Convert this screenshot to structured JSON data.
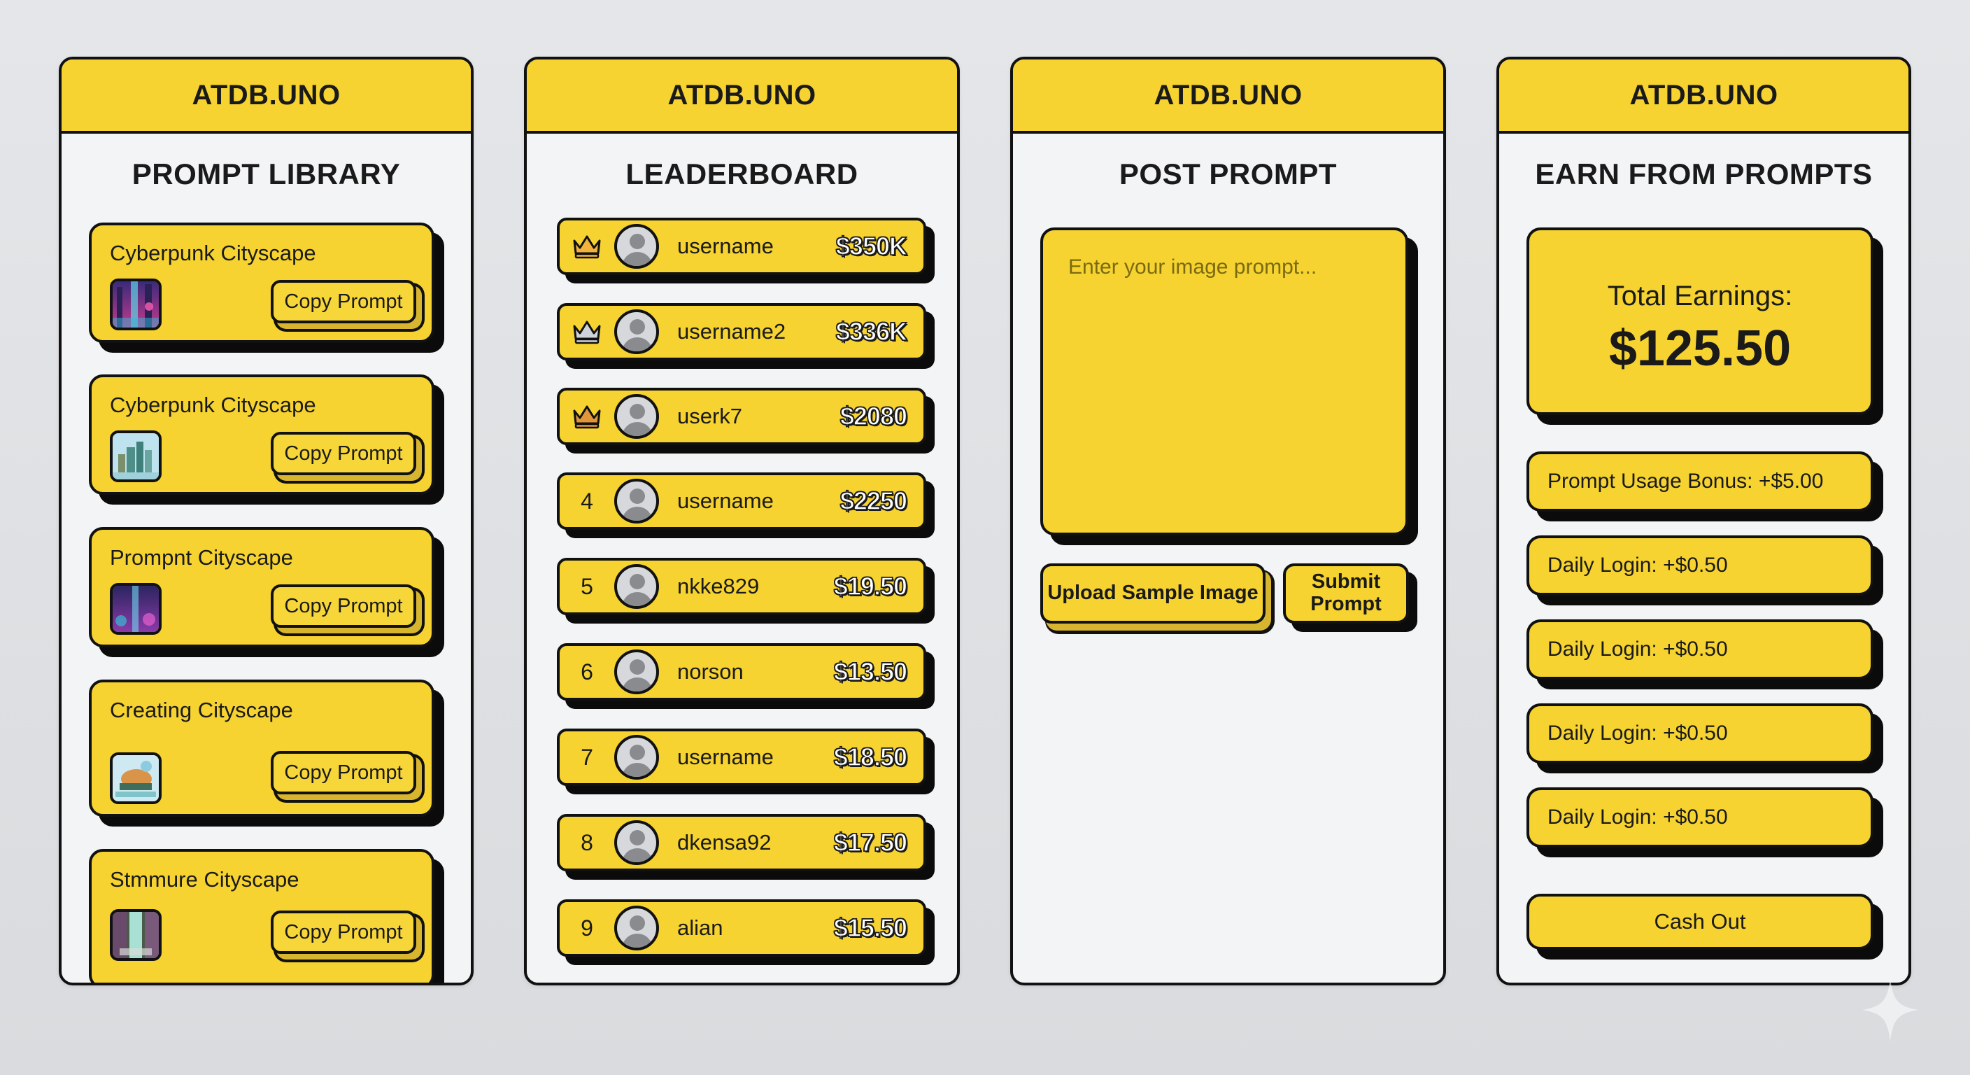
{
  "brand": "ATDB.UNO",
  "colors": {
    "accent_yellow": "#f6d330",
    "outline": "#111111",
    "panel_bg": "#f2f4f6",
    "page_bg": "#dfe1e4",
    "crown_gold": "#f2b23c",
    "crown_silver": "#cfd3db",
    "crown_bronze": "#e2963a"
  },
  "library": {
    "header": "ATDB.UNO",
    "title": "PROMPT LIBRARY",
    "items": [
      {
        "title": "Cyberpunk Cityscape",
        "thumb": "neon-city-thumbnail",
        "button": "Copy Prompt"
      },
      {
        "title": "Cyberpunk Cityscape",
        "thumb": "daylight-city-thumbnail",
        "button": "Copy Prompt"
      },
      {
        "title": "Prompnt Cityscape",
        "thumb": "neon-city-thumbnail",
        "button": "Copy Prompt"
      },
      {
        "title": "Creating Cityscape",
        "thumb": "floating-island-thumbnail",
        "button": "Copy Prompt"
      },
      {
        "title": "Stmmure Cityscape",
        "thumb": "overgrown-street-thumbnail",
        "button": "Copy Prompt"
      }
    ]
  },
  "leaderboard": {
    "header": "ATDB.UNO",
    "title": "LEADERBOARD",
    "rows": [
      {
        "rank": "1",
        "badge": "crown-gold-icon",
        "username": "username",
        "amount": "$350K"
      },
      {
        "rank": "2",
        "badge": "crown-silver-icon",
        "username": "username2",
        "amount": "$336K"
      },
      {
        "rank": "3",
        "badge": "crown-bronze-icon",
        "username": "userk7",
        "amount": "$2080"
      },
      {
        "rank": "4",
        "username": "username",
        "amount": "$2250"
      },
      {
        "rank": "5",
        "username": "nkke829",
        "amount": "$19.50"
      },
      {
        "rank": "6",
        "username": "norson",
        "amount": "$13.50"
      },
      {
        "rank": "7",
        "username": "username",
        "amount": "$18.50"
      },
      {
        "rank": "8",
        "username": "dkensa92",
        "amount": "$17.50"
      },
      {
        "rank": "9",
        "username": "alian",
        "amount": "$15.50"
      }
    ]
  },
  "post": {
    "header": "ATDB.UNO",
    "title": "POST PROMPT",
    "input_value": "",
    "input_placeholder": "Enter your image prompt...",
    "upload_button": "Upload Sample Image",
    "submit_button_line1": "Submit",
    "submit_button_line2": "Prompt"
  },
  "earn": {
    "header": "ATDB.UNO",
    "title": "EARN FROM PROMPTS",
    "total_label": "Total Earnings:",
    "total_value": "$125.50",
    "items": [
      {
        "label": "Prompt Usage Bonus: +$5.00"
      },
      {
        "label": "Daily Login: +$0.50"
      },
      {
        "label": "Daily Login: +$0.50"
      },
      {
        "label": "Daily Login: +$0.50"
      },
      {
        "label": "Daily Login: +$0.50"
      }
    ],
    "cashout_button": "Cash Out"
  }
}
